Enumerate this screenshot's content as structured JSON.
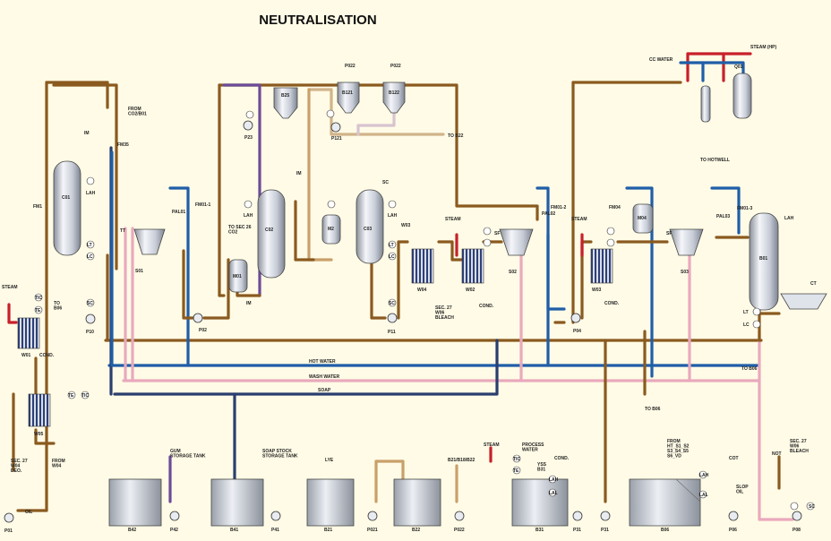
{
  "title": "NEUTRALISATION",
  "labels": {
    "steam_hp": "STEAM (HP)",
    "cc_water": "CC WATER",
    "q01": "Q01",
    "to_hotwell": "TO HOTWELL",
    "p022": "P022",
    "p022b": "P022",
    "b25": "B25",
    "b121": "B121",
    "b122": "B122",
    "p23": "P23",
    "p121": "P121",
    "to_b22": "TO B22",
    "from_co2": "FROM\nCO2/B01",
    "im_top": "IM",
    "fm35": "FM35",
    "c01": "C01",
    "lah_c01": "LAH",
    "fm1": "FM1",
    "lt_c01": "LT",
    "lc_c01": "LC",
    "to_b06_left": "TO\nB06",
    "sc_p10": "SC",
    "p10": "P10",
    "tt": "TT",
    "s01": "S01",
    "pal01": "PAL01",
    "fm01_1": "FM01-1",
    "p02": "P02",
    "lah_m01": "LAH",
    "to_sec26": "TO SEC 26\nCO2",
    "m01": "M01",
    "c02": "C02",
    "im_mid": "IM",
    "im_c02": "IM",
    "m2": "M2",
    "c03": "C03",
    "sc_c03": "SC",
    "lah_c03": "LAH",
    "lt_c03": "LT",
    "lc_c03": "LC",
    "sc_p11": "SC",
    "p11": "P11",
    "w03": "W03",
    "w04": "W04",
    "steam_w02": "STEAM",
    "w02": "W02",
    "sec27_bleach": "SEC. 27\nW06\nBLEACH",
    "cond_w02": "COND.",
    "sf_s02": "SF",
    "s02": "S02",
    "pal02": "PAL02",
    "fm01_2": "FM01-2",
    "p04": "P04",
    "steam_w03": "STEAM",
    "fm04": "FM04",
    "w03b": "W03",
    "cond_w03": "COND.",
    "m04": "M04",
    "sf_s03": "SF",
    "s03": "S03",
    "pal03": "PAL03",
    "fm01_3": "FM01-3",
    "b01": "B01",
    "lah_b01": "LAH",
    "lt_b01": "LT",
    "lc_b01": "LC",
    "ct": "CT",
    "to_b06_right": "TO B06",
    "to_b06_mid": "TO B06",
    "hot_water": "HOT WATER",
    "wash_water": "WASH WATER",
    "soap": "SOAP",
    "steam_w01": "STEAM",
    "tic_w01": "TIC",
    "te_w01": "TE",
    "w01": "W01",
    "cond_w01": "COND.",
    "te_w05": "TE",
    "tic_w05": "TIC",
    "w05": "W05",
    "sec27_deo": "SEC. 27\nW04\nDEO.",
    "from_w04": "FROM\nW04",
    "p01": "P01",
    "oil": "OIL",
    "gum_tank": "GUM\nSTORAGE TANK",
    "soap_tank": "SOAP STOCK\nSTORAGE TANK",
    "lye": "LYE",
    "b21_22": "B21/B18/B22",
    "b42": "B42",
    "p42": "P42",
    "b41": "B41",
    "p41": "P41",
    "b21": "B21",
    "p021": "P021",
    "b22": "B22",
    "p022c": "P022",
    "steam_b31": "STEAM",
    "process_water": "PROCESS\nWATER",
    "yss": "YSS\nB31",
    "cond_b31": "COND.",
    "tic_b31": "TIC",
    "te_b31": "TE",
    "lah_b31": "LAH",
    "lal_b31": "LAL",
    "b31": "B31",
    "p31": "P31",
    "p31b": "P31",
    "from_ht": "FROM\nHT_S1_S2\nS3_S4_S5\nS6_VD",
    "cot": "COT",
    "slop_oil": "SLOP\nOIL",
    "lah_b06": "LAH",
    "lal_b06": "LAL",
    "b06": "B06",
    "p06": "P06",
    "not": "NOT",
    "sec27_w06": "SEC. 27\nW06\nBLEACH",
    "sc_p08": "SC",
    "p08": "P08"
  },
  "colors": {
    "oil": "#8a5a1f",
    "water": "#1f5ea8",
    "steam": "#c8202a",
    "wash": "#e9a9bd",
    "soap": "#2a3e6e"
  }
}
